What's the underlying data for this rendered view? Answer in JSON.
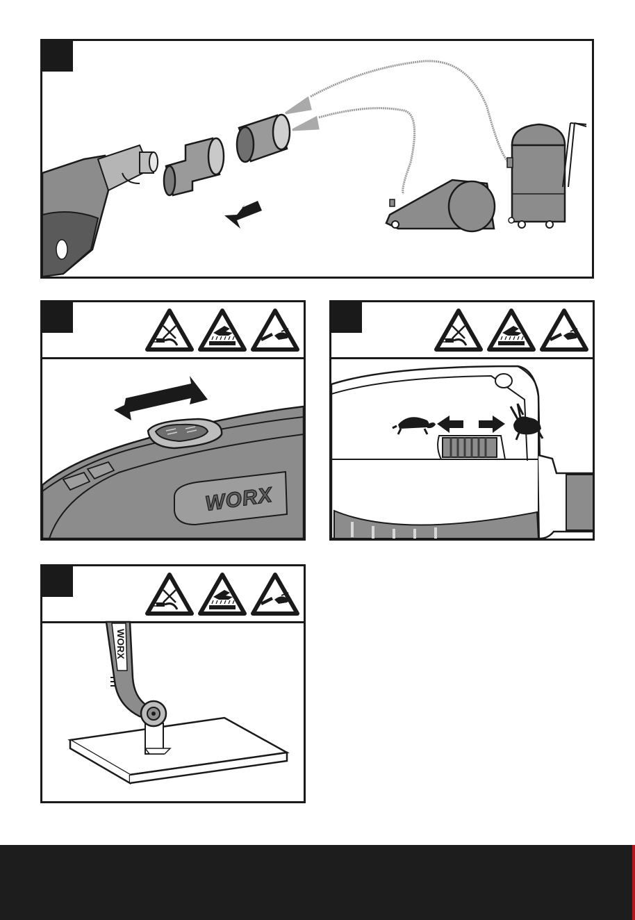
{
  "brand": {
    "wordmark": "WORX"
  },
  "panels": [
    {
      "id": "dust-extraction",
      "has_warnings": false
    },
    {
      "id": "speed-switch",
      "has_warnings": true
    },
    {
      "id": "speed-dial",
      "has_warnings": true
    },
    {
      "id": "plunge-cut",
      "has_warnings": true
    }
  ],
  "warning_icons": [
    "unplug-warning-icon",
    "hot-surface-warning-icon",
    "blade-hand-warning-icon"
  ],
  "colors": {
    "ink": "#1a1a1a",
    "tool_gray": "#8c8c8c",
    "footer": "#1d1d1d",
    "accent": "#b5141c"
  }
}
